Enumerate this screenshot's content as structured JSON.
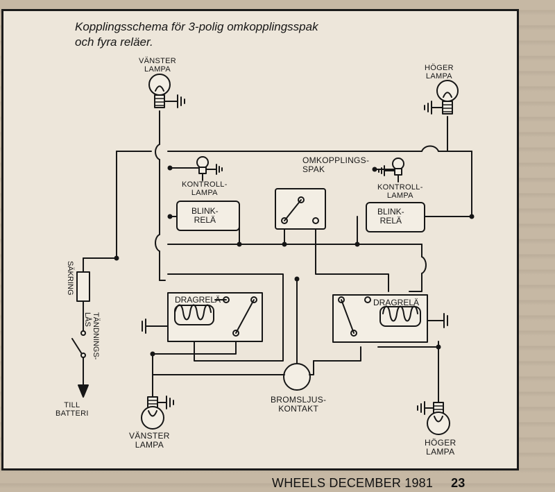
{
  "title": {
    "line1": "Kopplingsschema för 3-polig omkopplingsspak",
    "line2": "och fyra reläer."
  },
  "labels": {
    "left_lamp_top": [
      "VÄNSTER",
      "LAMPA"
    ],
    "right_lamp_top": [
      "HÖGER",
      "LAMPA"
    ],
    "left_indicator": [
      "KONTROLL-",
      "LAMPA"
    ],
    "right_indicator": [
      "KONTROLL-",
      "LAMPA"
    ],
    "switch_lever": [
      "OMKOPPLINGS-",
      "SPAK"
    ],
    "left_flasher": [
      "BLINK-",
      "RELÄ"
    ],
    "right_flasher": [
      "BLINK-",
      "RELÄ"
    ],
    "left_drag_relay": "DRAGRELÄ",
    "right_drag_relay": "DRAGRELÄ",
    "fuse": "SÄKRING",
    "ignition_lock": [
      "TÄNDNINGS-",
      "LÅS"
    ],
    "to_battery": [
      "TILL",
      "BATTERI"
    ],
    "brake_switch": [
      "BROMSLJUS-",
      "KONTAKT"
    ],
    "left_lamp_bottom": [
      "VÄNSTER",
      "LAMPA"
    ],
    "right_lamp_bottom": [
      "HÖGER",
      "LAMPA"
    ]
  },
  "footer": {
    "publication": "WHEELS DECEMBER 1981",
    "page": "23"
  }
}
